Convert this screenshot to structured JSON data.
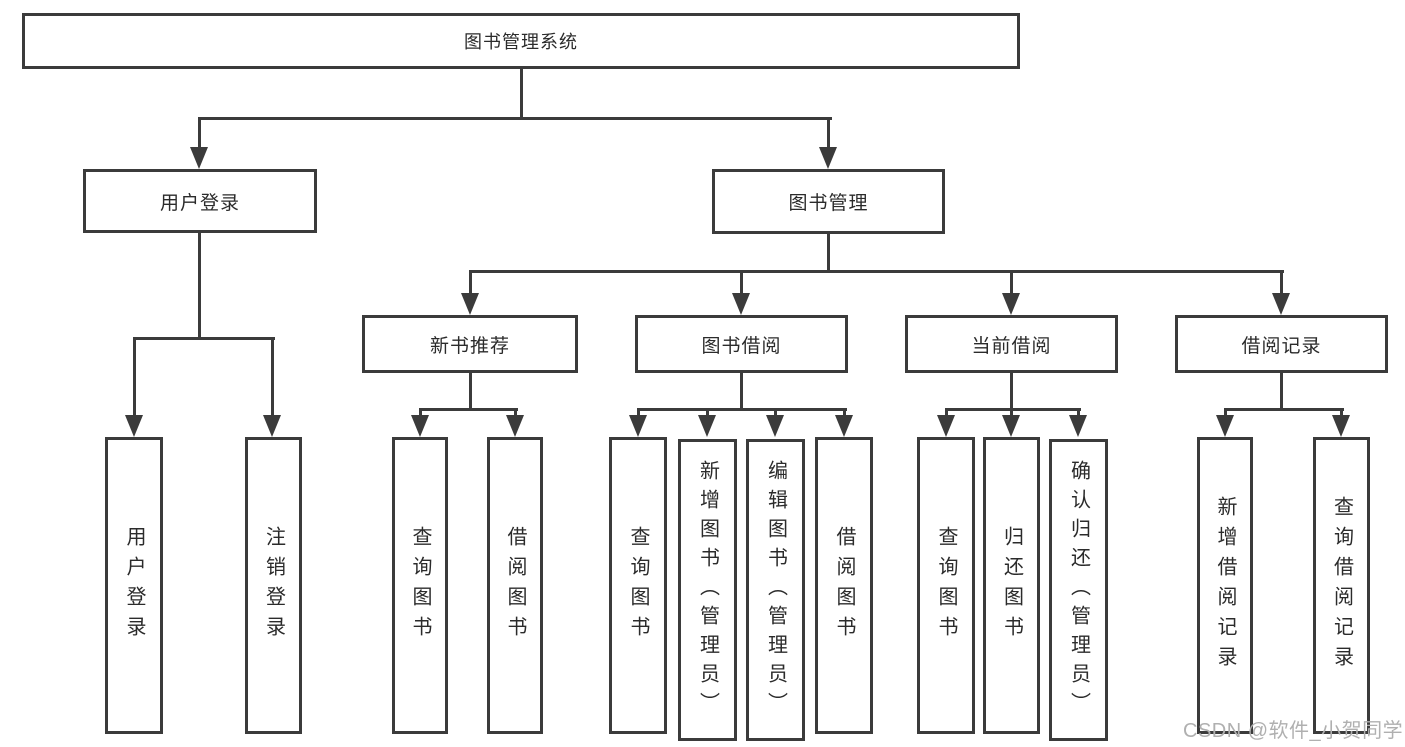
{
  "diagram": {
    "root_label": "图书管理系统",
    "level2": {
      "user_login": "用户登录",
      "book_mgmt": "图书管理"
    },
    "level3": {
      "new_books": "新书推荐",
      "book_borrow": "图书借阅",
      "current_borrow": "当前借阅",
      "borrow_records": "借阅记录"
    },
    "leaves": {
      "user_login": [
        "用户登录",
        "注销登录"
      ],
      "new_books": [
        "查询图书",
        "借阅图书"
      ],
      "book_borrow": [
        "查询图书",
        "新增图书（管理员）",
        "编辑图书（管理员）",
        "借阅图书"
      ],
      "current_borrow": [
        "查询图书",
        "归还图书",
        "确认归还（管理员）"
      ],
      "borrow_records": [
        "新增借阅记录",
        "查询借阅记录"
      ]
    },
    "watermark": "CSDN @软件_小贺同学",
    "colors": {
      "line": "#3b3b3b",
      "watermark": "#b0b0b0"
    }
  }
}
